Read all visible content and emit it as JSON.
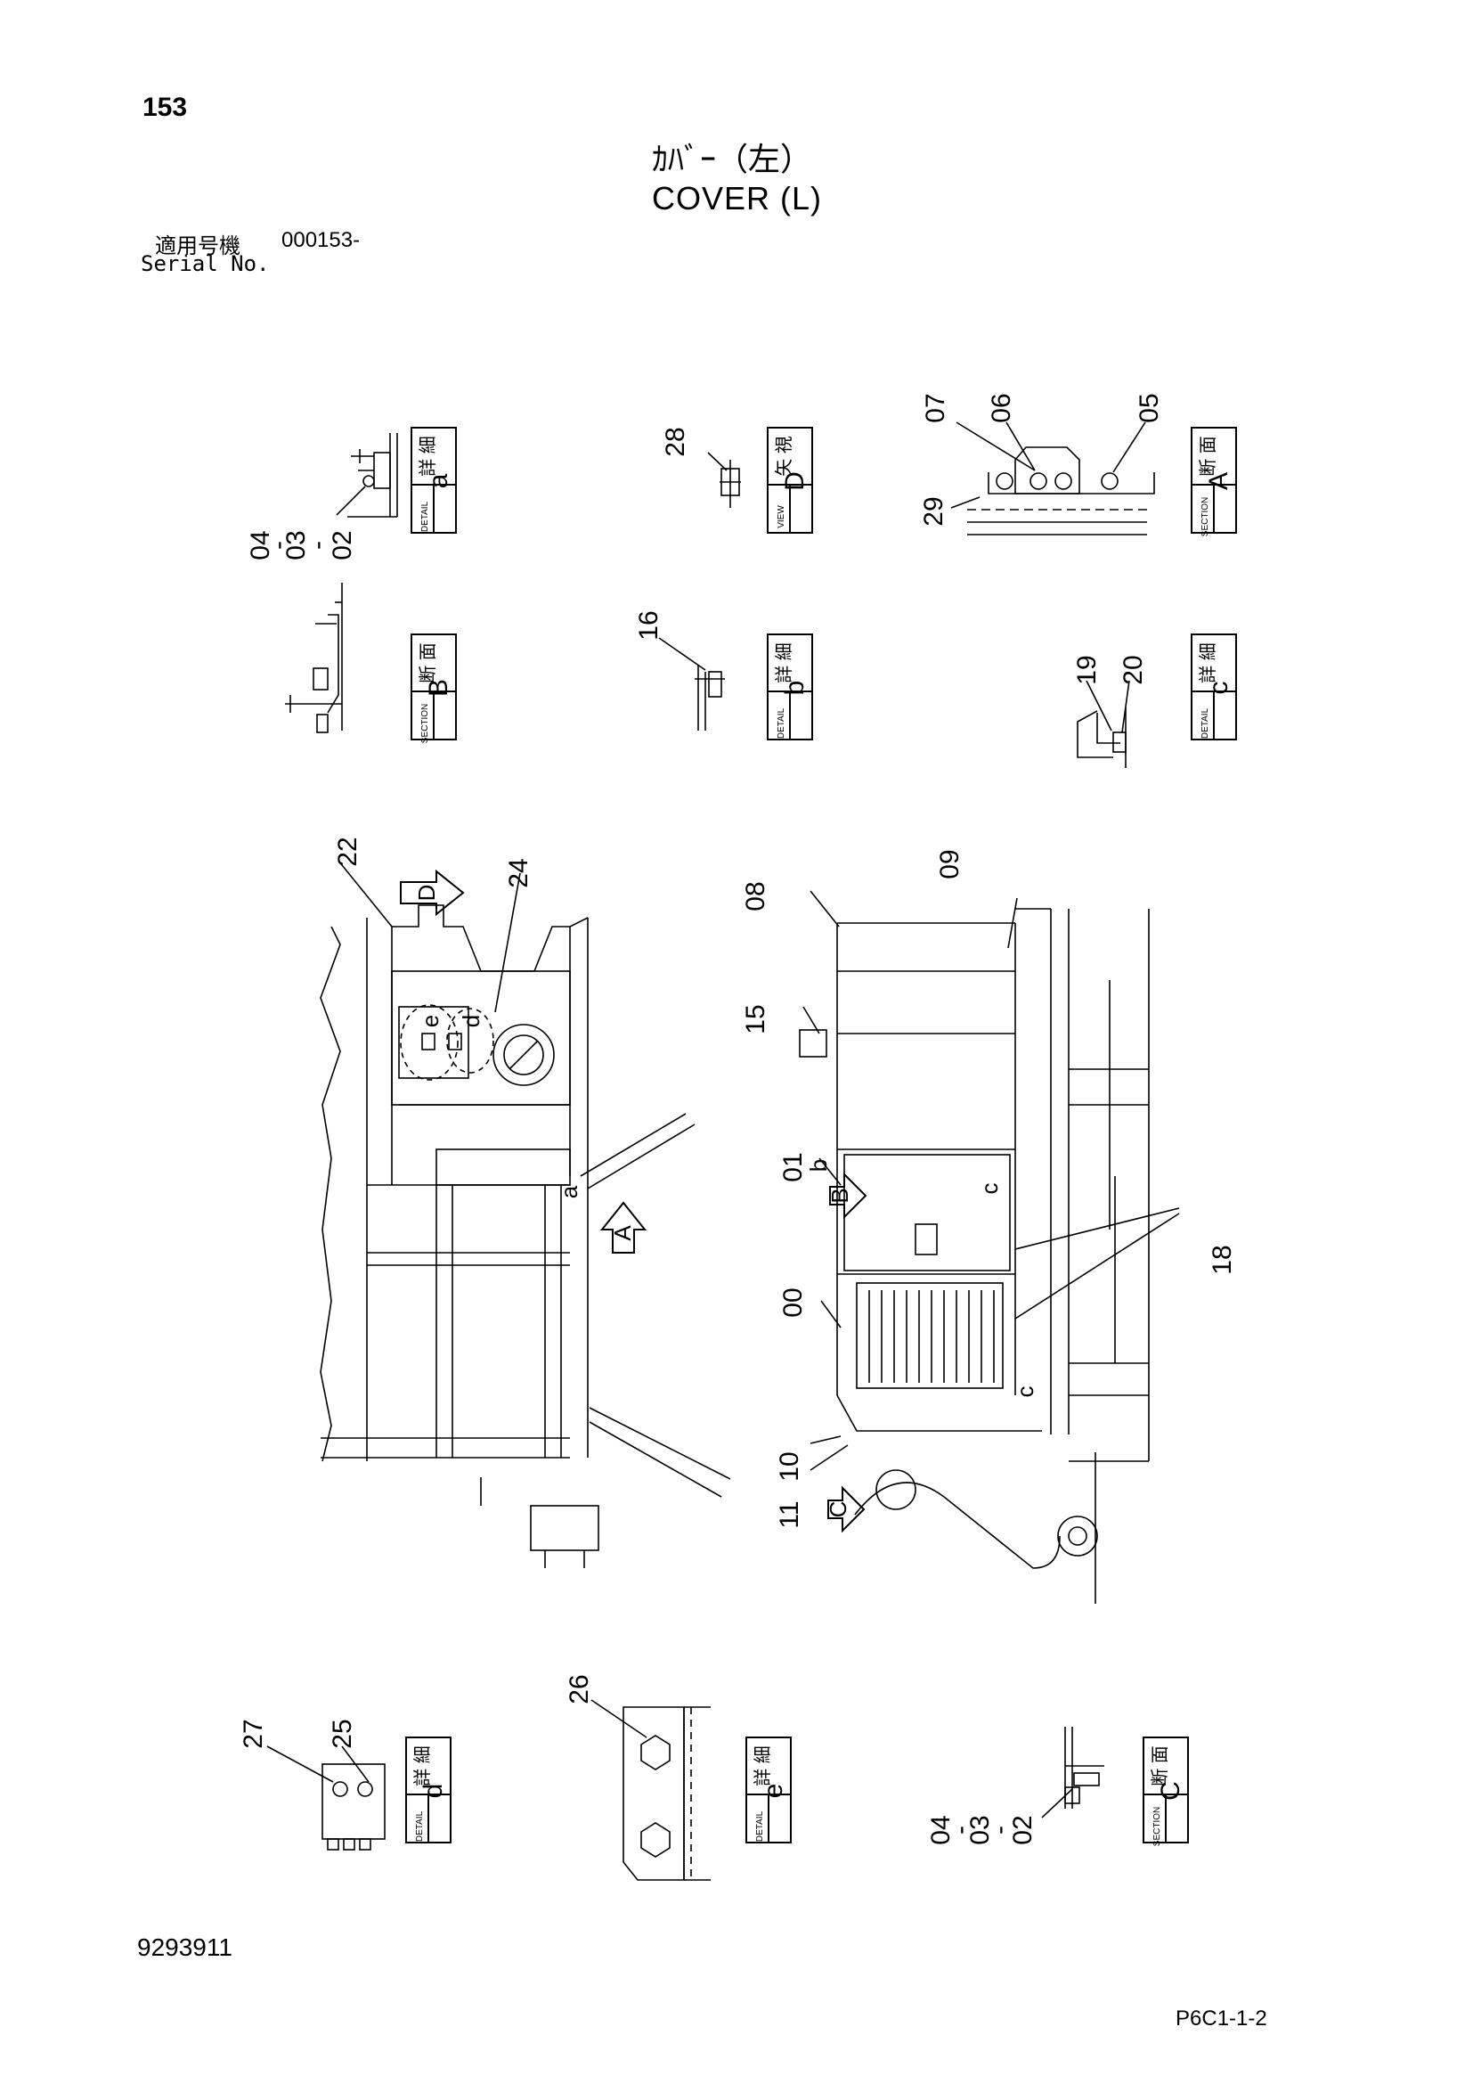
{
  "header": {
    "page_number": "153",
    "title_jp": "ｶﾊﾞｰ（左）",
    "title_en": "COVER (L)",
    "serial_label_jp": "適用号機",
    "serial_value": "000153-",
    "serial_label_en": "Serial No."
  },
  "detail_tags": [
    {
      "kanji": "詳 細",
      "en": "DETAIL",
      "letter": "a"
    },
    {
      "kanji": "矢 視",
      "en": "VIEW",
      "letter": "D"
    },
    {
      "kanji": "断 面",
      "en": "SECTION",
      "letter": "A"
    },
    {
      "kanji": "断 面",
      "en": "SECTION",
      "letter": "B"
    },
    {
      "kanji": "詳 細",
      "en": "DETAIL",
      "letter": "b"
    },
    {
      "kanji": "詳 細",
      "en": "DETAIL",
      "letter": "c"
    },
    {
      "kanji": "詳 細",
      "en": "DETAIL",
      "letter": "d"
    },
    {
      "kanji": "詳 細",
      "en": "DETAIL",
      "letter": "e"
    },
    {
      "kanji": "断 面",
      "en": "SECTION",
      "letter": "C"
    }
  ],
  "callouts": {
    "detail_a": [
      "04",
      "03",
      "02"
    ],
    "view_D": [
      "28"
    ],
    "section_A": [
      "07",
      "06",
      "05",
      "29"
    ],
    "detail_b": [
      "16"
    ],
    "detail_c": [
      "19",
      "20"
    ],
    "main_left": [
      "22",
      "24"
    ],
    "main_right": [
      "08",
      "09",
      "15",
      "01",
      "00",
      "18",
      "10",
      "11"
    ],
    "detail_d": [
      "27",
      "25"
    ],
    "detail_e": [
      "26"
    ],
    "section_C": [
      "04",
      "03",
      "02"
    ]
  },
  "markers": {
    "view_D_arrow": "D",
    "section_A_arrow": "A",
    "section_B_arrow": "B",
    "section_C_arrow": "C",
    "detail_a": "a",
    "detail_b": "b",
    "detail_c_upper": "c",
    "detail_c_lower": "c",
    "detail_d": "d",
    "detail_e": "e"
  },
  "footer": {
    "drawing_number": "9293911",
    "page_code": "P6C1-1-2"
  }
}
